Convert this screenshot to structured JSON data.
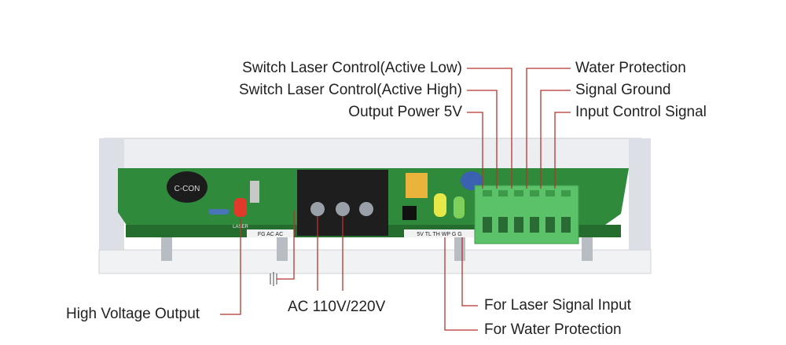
{
  "labels": {
    "switch_low": "Switch Laser Control(Active Low)",
    "switch_high": "Switch Laser Control(Active High)",
    "output_5v": "Output Power 5V",
    "water_protection_top": "Water Protection",
    "signal_ground": "Signal Ground",
    "input_control": "Input Control Signal",
    "high_voltage": "High Voltage Output",
    "ac_input": "AC 110V/220V",
    "laser_signal_input": "For Laser Signal Input",
    "water_protection_bottom": "For Water Protection"
  },
  "board_marks": {
    "capacitor_brand": "C-CON",
    "led_label": "LASER",
    "ac_terminal_label": "FG AC AC",
    "signal_label": "5V TL TH WP G G"
  },
  "colors": {
    "leader_line": "#b5352e",
    "pcb_green": "#2f8a3c",
    "terminal_green": "#5cc26a",
    "terminal_black": "#1e1e1e",
    "casing": "#e8eaee"
  }
}
